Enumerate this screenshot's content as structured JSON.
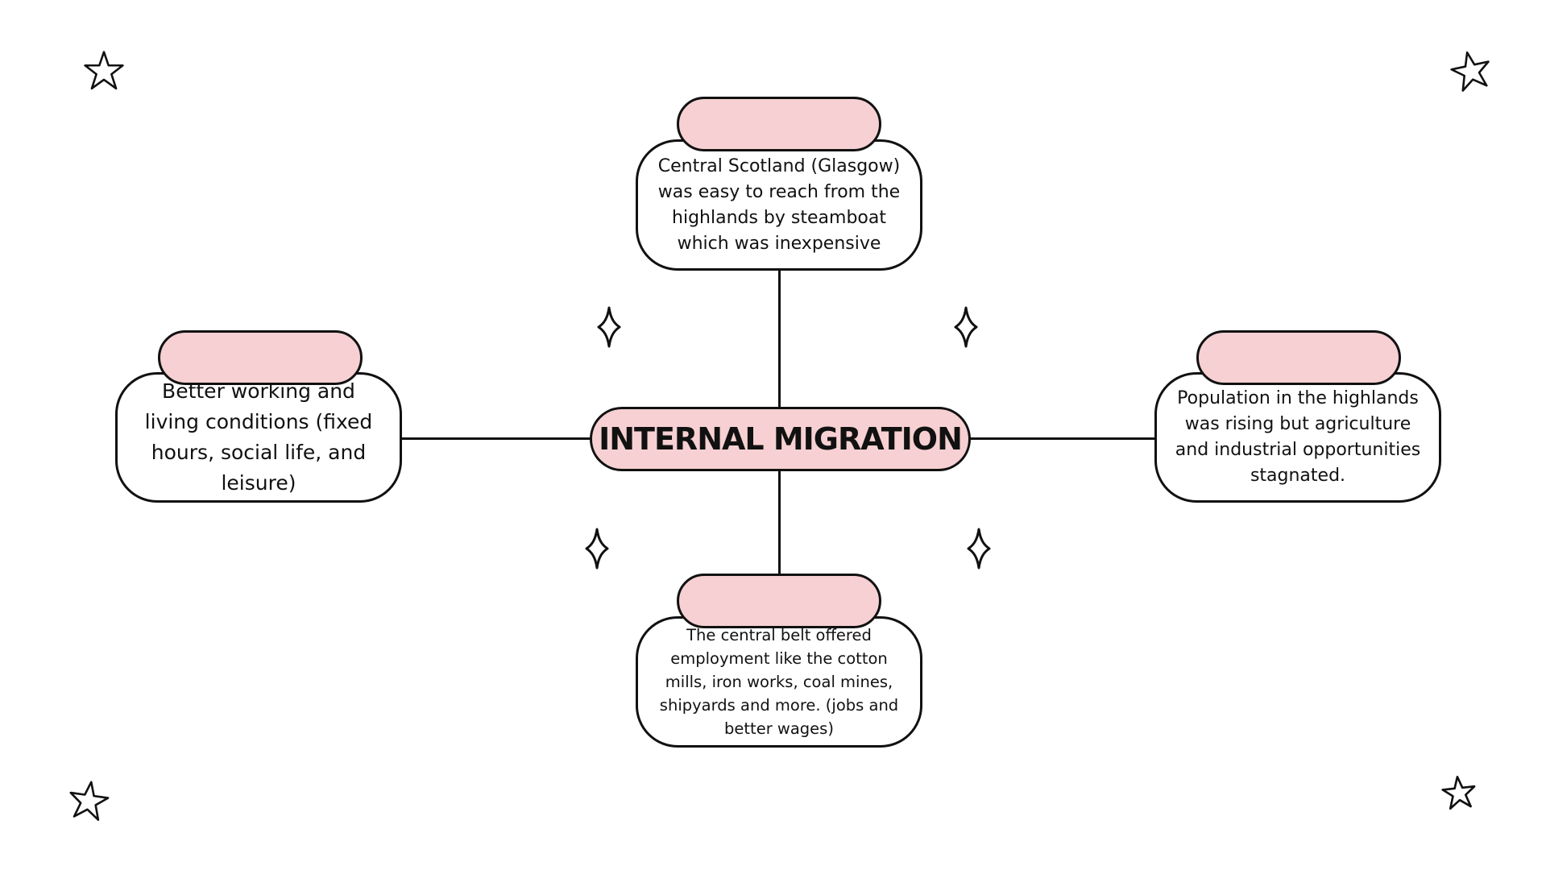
{
  "diagram": {
    "center": {
      "label": "INTERNAL MIGRATION"
    },
    "nodes": {
      "top": {
        "text": "Central Scotland (Glasgow) was easy to reach from the highlands by steamboat which was inexpensive"
      },
      "left": {
        "text": "Better working and living conditions (fixed hours, social life, and leisure)"
      },
      "right": {
        "text": "Population in the highlands was rising but agriculture and industrial opportunities stagnated."
      },
      "bottom": {
        "text": "The central belt offered employment like the cotton mills, iron works, coal mines, shipyards and more. (jobs and better wages)"
      }
    },
    "colors": {
      "accent_pink": "#f6d0d2",
      "outline": "#111111",
      "background": "#ffffff"
    },
    "decorations": {
      "corner_icon": "star-outline-icon",
      "inner_icon": "sparkle-outline-icon"
    }
  }
}
